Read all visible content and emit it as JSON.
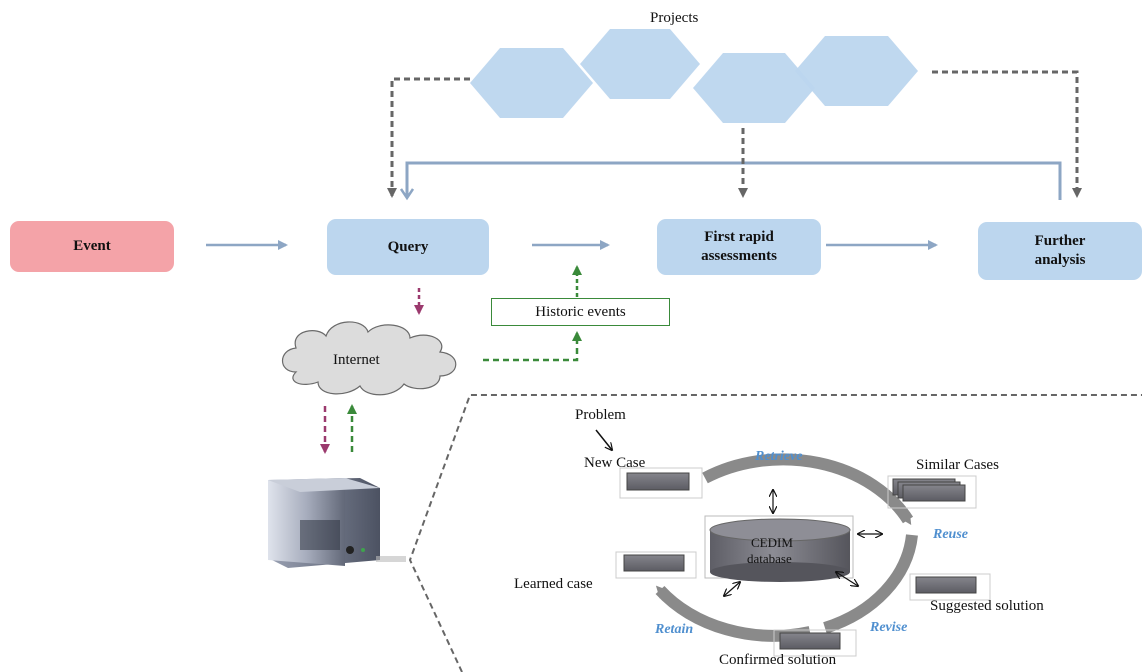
{
  "projects_label": "Projects",
  "nodes": {
    "event": "Event",
    "query": "Query",
    "first_rapid": "First rapid\nassessments",
    "further": "Further\nanalysis"
  },
  "historic_events": "Historic events",
  "internet": "Internet",
  "cbr": {
    "problem": "Problem",
    "new_case": "New Case",
    "retrieve": "Retrieve",
    "similar_cases": "Similar Cases",
    "reuse": "Reuse",
    "db_line1": "CEDIM",
    "db_line2": "database",
    "learned_case": "Learned case",
    "suggested_solution": "Suggested solution",
    "retain": "Retain",
    "revise": "Revise",
    "confirmed_solution": "Confirmed solution"
  },
  "colors": {
    "event": "#f4a3a8",
    "process": "#bcd6ee",
    "hexagon": "#bcd6ee",
    "flow_arrow": "#8da6c4",
    "purple_arrow": "#9b3a6e",
    "green_arrow": "#3a8a3a",
    "cycle_labels": "#4f8fcf"
  }
}
